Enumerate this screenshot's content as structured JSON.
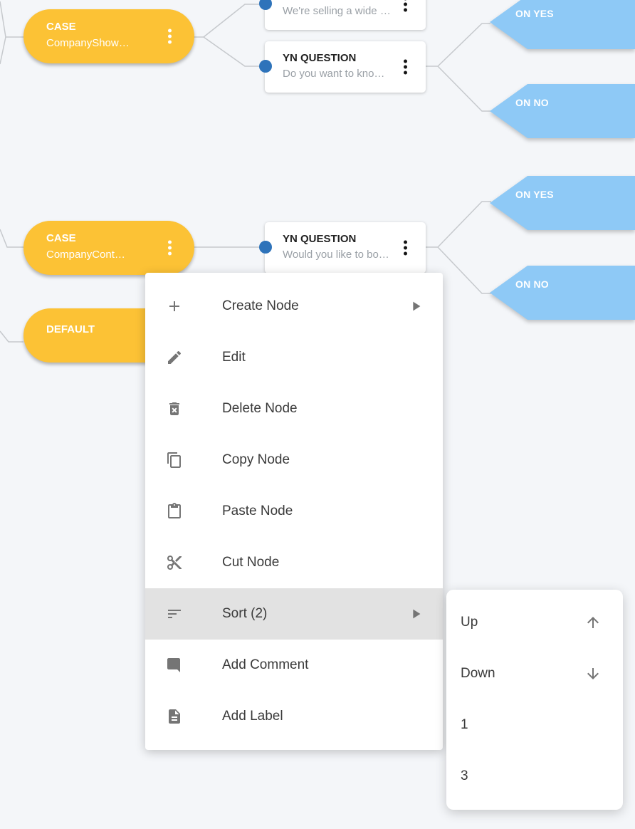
{
  "flow": {
    "case_1": {
      "type_label": "CASE",
      "name": "CompanyShow…"
    },
    "message_partial": {
      "text": "We're selling a wide …"
    },
    "yn_question_1": {
      "type_label": "YN QUESTION",
      "text": "Do you want to kno…"
    },
    "on_yes_1": {
      "label": "ON YES"
    },
    "on_no_1": {
      "label": "ON NO"
    },
    "case_2": {
      "type_label": "CASE",
      "name": "CompanyCont…"
    },
    "yn_question_2": {
      "type_label": "YN QUESTION",
      "text": "Would you like to bo…"
    },
    "on_yes_2": {
      "label": "ON YES"
    },
    "on_no_2": {
      "label": "ON NO"
    },
    "default_1": {
      "type_label": "DEFAULT"
    }
  },
  "context_menu": {
    "items": [
      {
        "label": "Create Node",
        "icon": "plus",
        "has_submenu": true
      },
      {
        "label": "Edit",
        "icon": "pencil"
      },
      {
        "label": "Delete Node",
        "icon": "trash-delete"
      },
      {
        "label": "Copy Node",
        "icon": "copy"
      },
      {
        "label": "Paste Node",
        "icon": "clipboard"
      },
      {
        "label": "Cut Node",
        "icon": "scissors"
      },
      {
        "label": "Sort (2)",
        "icon": "sort",
        "has_submenu": true,
        "highlighted": true
      },
      {
        "label": "Add Comment",
        "icon": "comment"
      },
      {
        "label": "Add Label",
        "icon": "document"
      }
    ]
  },
  "sort_submenu": {
    "items": [
      {
        "label": "Up",
        "icon": "arrow-up"
      },
      {
        "label": "Down",
        "icon": "arrow-down"
      },
      {
        "label": "1"
      },
      {
        "label": "3"
      }
    ]
  },
  "colors": {
    "background": "#f4f6f9",
    "case_node": "#fcc235",
    "branch_node": "#8ec9f6",
    "port_dot": "#2e73ba",
    "connector_line": "#c6c9cd",
    "menu_highlight": "#e2e2e2",
    "menu_icon": "#757575"
  }
}
